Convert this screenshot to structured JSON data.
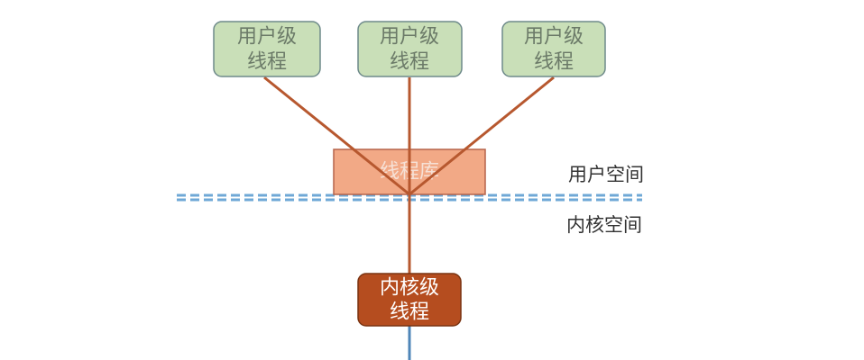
{
  "diagram": {
    "user_threads": [
      {
        "line1": "用户级",
        "line2": "线程"
      },
      {
        "line1": "用户级",
        "line2": "线程"
      },
      {
        "line1": "用户级",
        "line2": "线程"
      }
    ],
    "thread_library": "线程库",
    "kernel_thread": {
      "line1": "内核级",
      "line2": "线程"
    },
    "user_space_label": "用户空间",
    "kernel_space_label": "内核空间",
    "colors": {
      "user_thread_fill": "#c9dfb8",
      "user_thread_stroke": "#6e8a8a",
      "user_thread_text": "#6b7a68",
      "thread_library_fill": "#f2a986",
      "thread_library_stroke": "#b5634a",
      "kernel_thread_fill": "#b54d1f",
      "kernel_thread_stroke": "#7a3412",
      "connector": "#b7582f",
      "boundary": "#6fa8d6",
      "kernel_tail": "#4f86b8"
    }
  }
}
